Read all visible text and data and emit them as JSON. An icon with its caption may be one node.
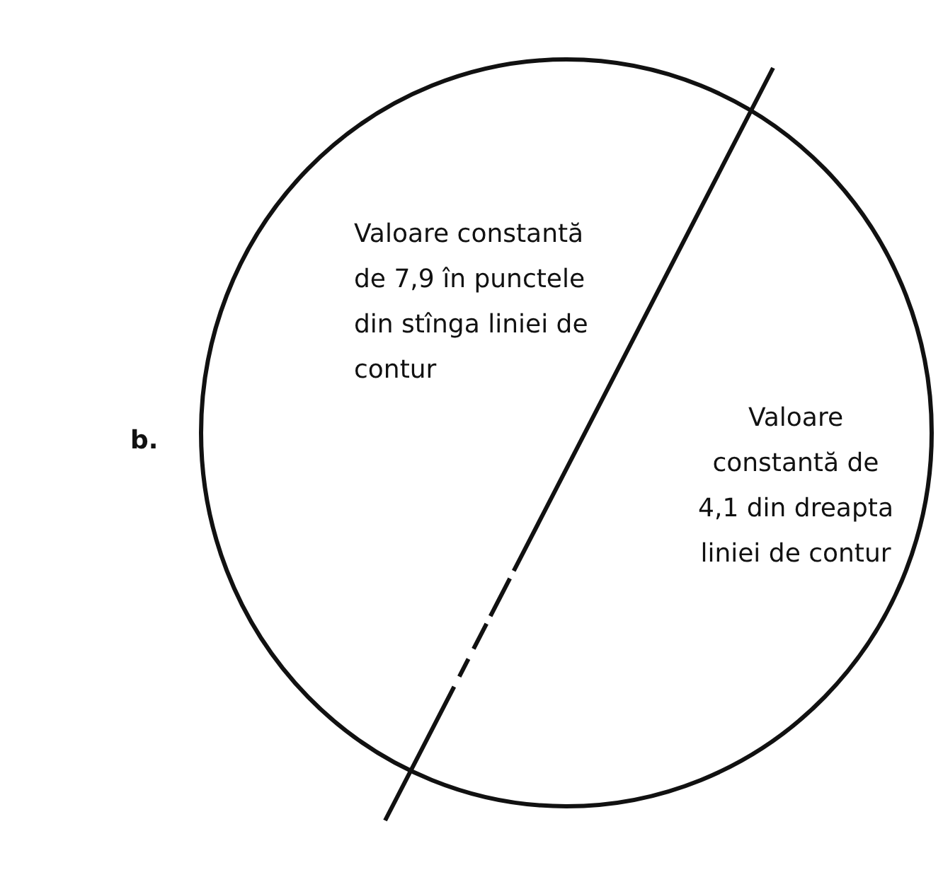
{
  "diagram": {
    "labels": [
      "b.",
      "Valoare constantă de 7,9 în punctele din stînga liniei de contur",
      "Valoare constantă de 4,1 din dreapta liniei de contur"
    ]
  }
}
